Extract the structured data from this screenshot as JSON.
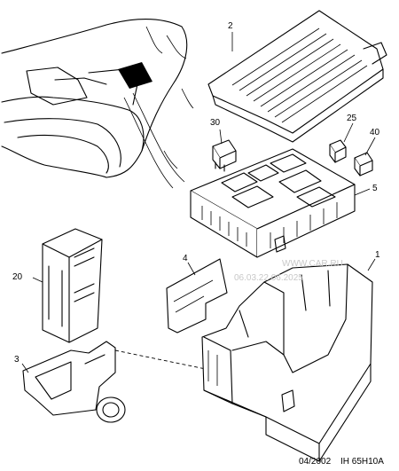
{
  "callouts": {
    "c1": "1",
    "c2": "2",
    "c3": "3",
    "c4": "4",
    "c5": "5",
    "c20": "20",
    "c25": "25",
    "c30": "30",
    "c40": "40"
  },
  "footer": {
    "date": "04/2002",
    "code": "IH 65H10A"
  },
  "watermark": {
    "site": "WWW.CAR.RU",
    "phone": "06.03.22 06.2025"
  }
}
